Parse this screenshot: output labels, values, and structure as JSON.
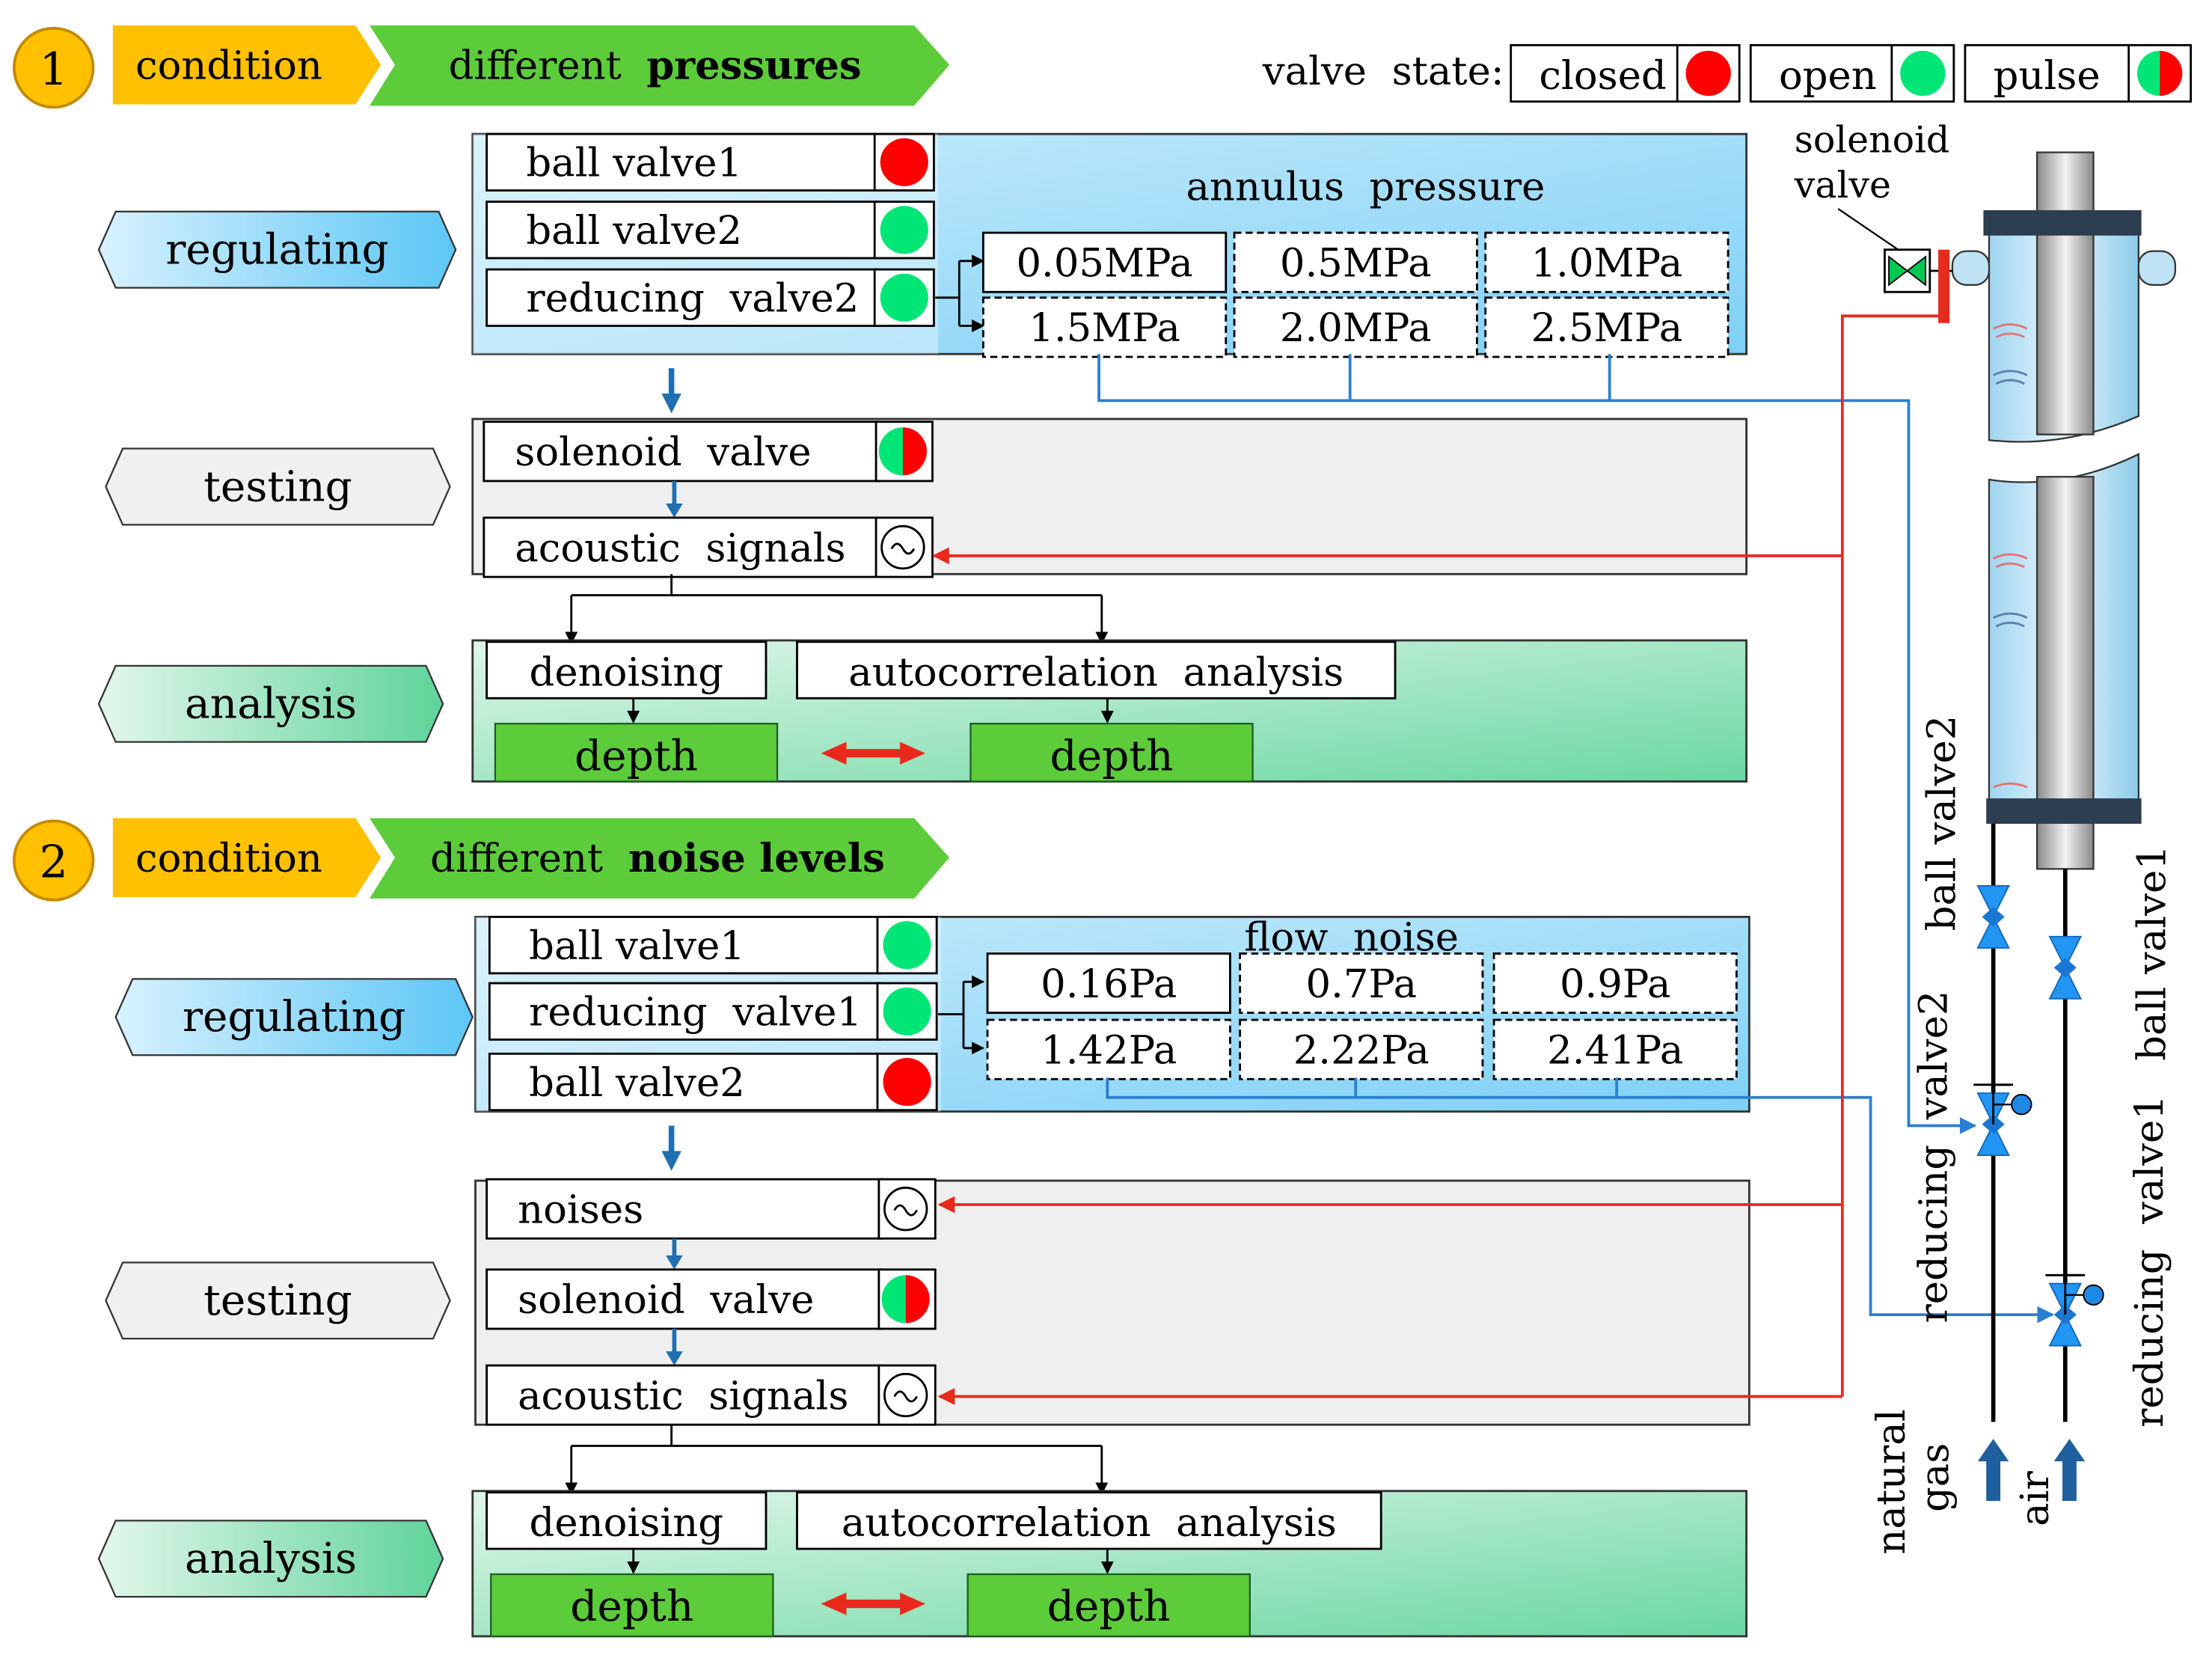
{
  "legend": {
    "title": "valve  state:",
    "items": [
      {
        "label": "closed",
        "state": "closed"
      },
      {
        "label": "open",
        "state": "open"
      },
      {
        "label": "pulse",
        "state": "pulse"
      }
    ]
  },
  "colors": {
    "closed": "#ff0000",
    "open": "#00e676",
    "gold": "#ffc000",
    "green": "#5ccc3a",
    "arrow_blue": "#1f6fb2",
    "signal_red": "#e8291c",
    "line_blue": "#2a7fd4"
  },
  "sections": [
    {
      "number": "1",
      "condition": "condition",
      "title_plain": "different",
      "title_bold": "pressures",
      "regulating": {
        "stage": "regulating",
        "box_title": "annulus  pressure",
        "valves": [
          {
            "label": "ball valve1",
            "state": "closed"
          },
          {
            "label": "ball valve2",
            "state": "open"
          },
          {
            "label": "reducing  valve2",
            "state": "open"
          }
        ],
        "values": [
          "0.05MPa",
          "0.5MPa",
          "1.0MPa",
          "1.5MPa",
          "2.0MPa",
          "2.5MPa"
        ]
      },
      "testing": {
        "stage": "testing",
        "rows": [
          {
            "label": "solenoid  valve",
            "icon": "pulse"
          },
          {
            "label": "acoustic  signals",
            "icon": "wave"
          }
        ]
      },
      "analysis": {
        "stage": "analysis",
        "left": "denoising",
        "right": "autocorrelation  analysis",
        "out_left": "depth",
        "out_right": "depth"
      }
    },
    {
      "number": "2",
      "condition": "condition",
      "title_plain": "different",
      "title_bold": "noise levels",
      "regulating": {
        "stage": "regulating",
        "box_title": "flow  noise",
        "valves": [
          {
            "label": "ball valve1",
            "state": "open"
          },
          {
            "label": "reducing  valve1",
            "state": "open"
          },
          {
            "label": "ball valve2",
            "state": "closed"
          }
        ],
        "values": [
          "0.16Pa",
          "0.7Pa",
          "0.9Pa",
          "1.42Pa",
          "2.22Pa",
          "2.41Pa"
        ]
      },
      "testing": {
        "stage": "testing",
        "rows": [
          {
            "label": "noises",
            "icon": "wave"
          },
          {
            "label": "solenoid  valve",
            "icon": "pulse"
          },
          {
            "label": "acoustic  signals",
            "icon": "wave"
          }
        ]
      },
      "analysis": {
        "stage": "analysis",
        "left": "denoising",
        "right": "autocorrelation  analysis",
        "out_left": "depth",
        "out_right": "depth"
      }
    }
  ],
  "apparatus": {
    "solenoid_label": [
      "solenoid",
      "valve"
    ],
    "ball_valve2": "ball valve2",
    "ball_valve1": "ball valve1",
    "reducing_valve2": "reducing  valve2",
    "reducing_valve1": "reducing  valve1",
    "natural_gas": [
      "natural",
      "gas"
    ],
    "air": "air"
  }
}
